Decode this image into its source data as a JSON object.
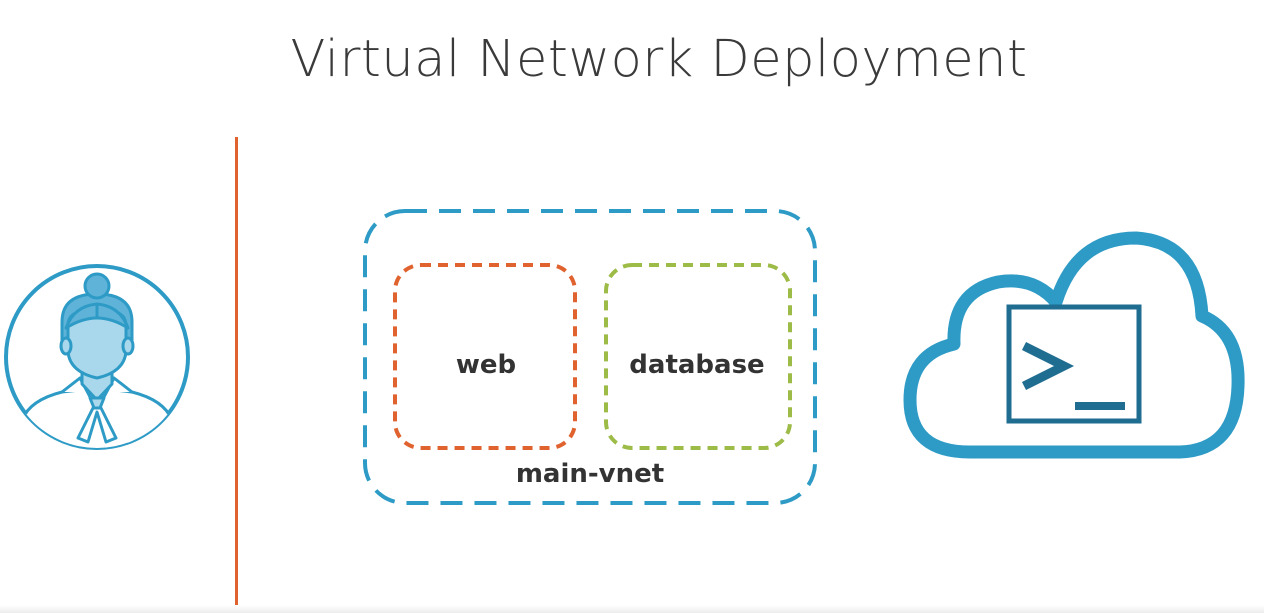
{
  "slide": {
    "title": "Virtual Network Deployment"
  },
  "diagram": {
    "vnet": {
      "label": "main-vnet",
      "color": "#2e9bc6"
    },
    "subnets": [
      {
        "label": "web",
        "color": "#e0632f"
      },
      {
        "label": "database",
        "color": "#9dbb47"
      }
    ],
    "icons": {
      "person": "person-avatar-icon",
      "cloud": "cloud-shell-icon"
    },
    "divider_color": "#e0632f"
  }
}
